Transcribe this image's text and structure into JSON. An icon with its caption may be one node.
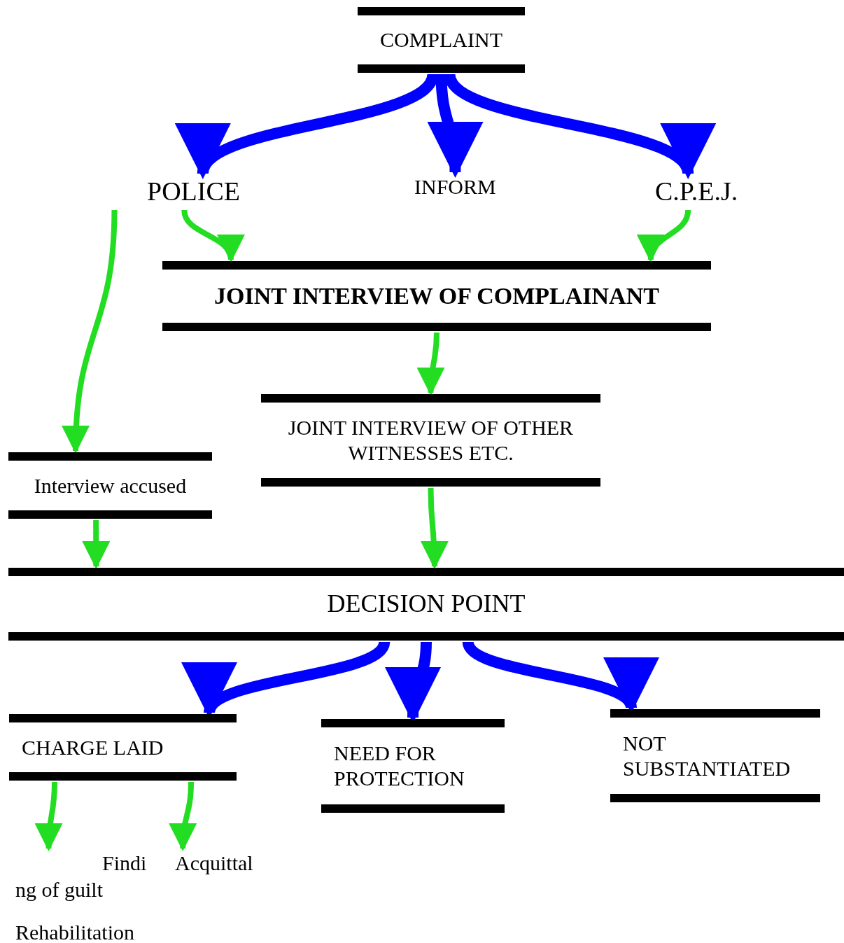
{
  "diagram": {
    "nodes": [
      {
        "text": [
          "COMPLAINT"
        ]
      },
      {
        "text": [
          "POLICE"
        ]
      },
      {
        "text": [
          "INFORM"
        ]
      },
      {
        "text": [
          "C.P.E.J."
        ]
      },
      {
        "text": [
          "JOINT INTERVIEW OF COMPLAINANT"
        ]
      },
      {
        "text": [
          "JOINT INTERVIEW OF OTHER WITNESSES ETC."
        ]
      },
      {
        "text": [
          "Interview accused"
        ]
      },
      {
        "text": [
          "DECISION POINT"
        ]
      },
      {
        "text": [
          "CHARGE LAID"
        ]
      },
      {
        "text": [
          "NEED FOR PROTECTION"
        ]
      },
      {
        "text": [
          "NOT SUBSTANTIATED"
        ]
      },
      {
        "text": [
          "Findi ng of guilt"
        ]
      },
      {
        "text": [
          "Acquittal"
        ]
      }
    ],
    "edges": [
      {
        "from": 0,
        "to": 1,
        "arrow": "to",
        "style": "thick",
        "color": "#0000ff"
      },
      {
        "from": 0,
        "to": 2,
        "arrow": "to",
        "style": "thick",
        "color": "#0000ff"
      },
      {
        "from": 0,
        "to": 3,
        "arrow": "to",
        "style": "thick",
        "color": "#0000ff"
      },
      {
        "from": 1,
        "to": 6,
        "arrow": "to"
      },
      {
        "from": 1,
        "to": 4,
        "arrow": "to"
      },
      {
        "from": 3,
        "to": 4,
        "arrow": "to"
      },
      {
        "from": 4,
        "to": 5,
        "arrow": "to"
      },
      {
        "from": 5,
        "to": 7,
        "arrow": "to"
      },
      {
        "from": 6,
        "to": 7,
        "arrow": "to"
      },
      {
        "from": 7,
        "to": 8,
        "arrow": "to",
        "style": "thick",
        "color": "#0000ff"
      },
      {
        "from": 7,
        "to": 9,
        "arrow": "to",
        "style": "thick",
        "color": "#0000ff"
      },
      {
        "from": 7,
        "to": 10,
        "arrow": "to",
        "style": "thick",
        "color": "#0000ff"
      },
      {
        "from": 8,
        "to": 11,
        "arrow": "to"
      },
      {
        "from": 8,
        "to": 12,
        "arrow": "to"
      }
    ],
    "labels": [
      "Rehabilitation"
    ]
  }
}
